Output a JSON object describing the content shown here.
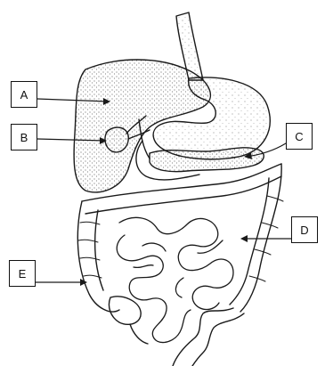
{
  "labels": {
    "a": "A",
    "b": "B",
    "c": "C",
    "d": "D",
    "e": "E"
  },
  "colors": {
    "ink": "#1a1a1a",
    "stipple": "#3a3a3a",
    "background": "#ffffff"
  }
}
